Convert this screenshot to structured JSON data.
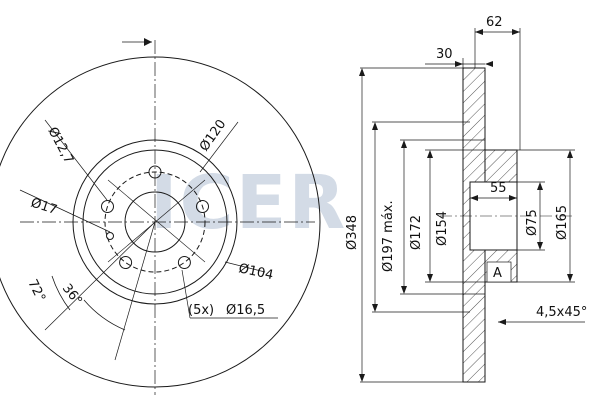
{
  "watermark": {
    "brand": "ICER",
    "color": "#d3dbe6"
  },
  "front_view": {
    "labels": {
      "hole_12_7": "12,7",
      "pcd_120": "120",
      "hole_17": "17",
      "hub_104": "104",
      "angle_72": "72°",
      "angle_36": "36°",
      "bolt_spec": "(5x)",
      "bolt_dia": "16,5"
    }
  },
  "side_view": {
    "labels": {
      "dim_62": "62",
      "dim_30": "30",
      "dia_348": "348",
      "dia_197": "197 máx.",
      "dia_172": "172",
      "dia_154": "154",
      "dim_55": "55",
      "dia_75": "75",
      "dia_165": "165",
      "detail_a": "A",
      "chamfer": "4,5x45°"
    },
    "diameter_symbol": "Ø"
  },
  "colors": {
    "line": "#1a1a1a",
    "hatch": "#555555"
  }
}
